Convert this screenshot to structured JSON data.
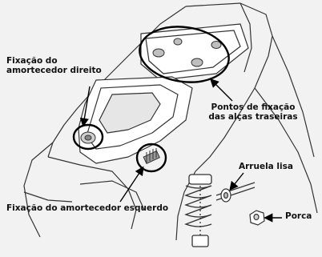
{
  "labels": {
    "right_shock_line1": "Fixação do",
    "right_shock_line2": "amortecedor direito",
    "grab_points_line1": "Pontos de fixação",
    "grab_points_line2": "das alças traseiras",
    "plain_washer": "Arruela lisa",
    "nut": "Porca",
    "left_shock": "Fixação do amortecedor esquerdo"
  },
  "colors": {
    "panel_background": "#f2f2f2",
    "linework": "#333333",
    "callout": "#000000"
  }
}
